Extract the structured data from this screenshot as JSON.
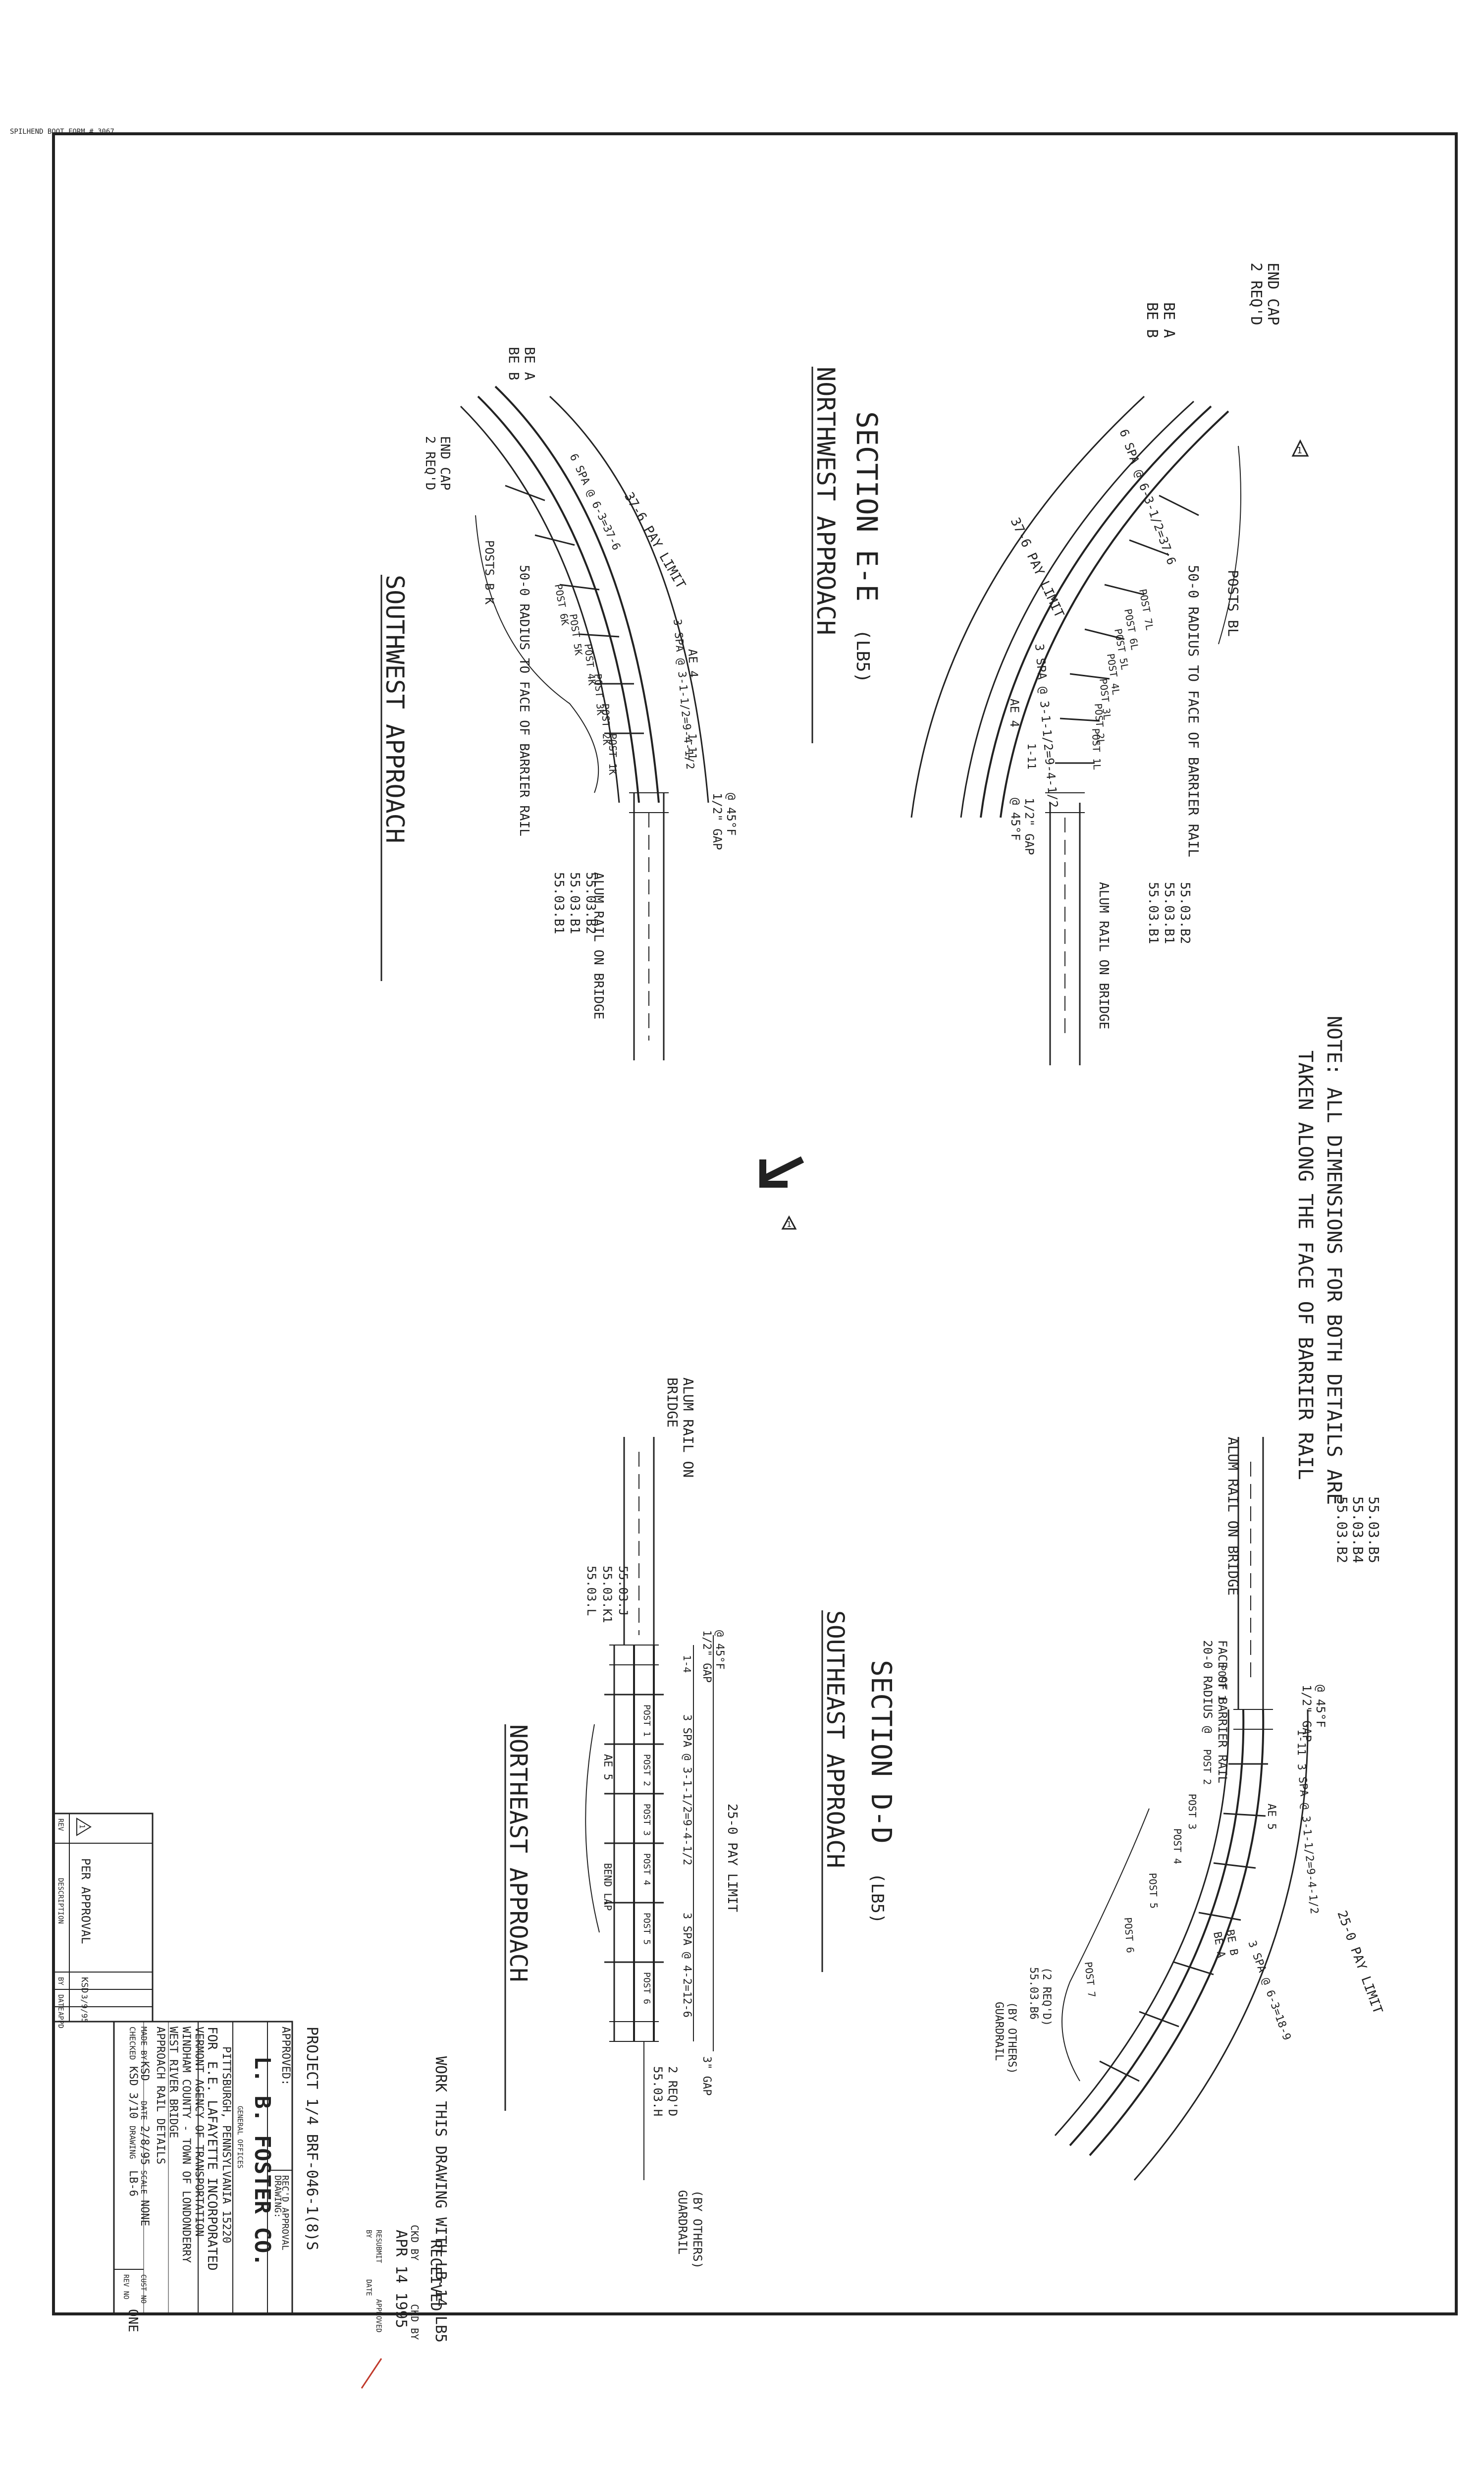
{
  "header_tag": "SPILHEND BOOT FORM # 3067",
  "note": {
    "line1": "NOTE: ALL DIMENSIONS FOR BOTH DETAILS ARE",
    "line2": "TAKEN ALONG THE FACE OF BARRIER RAIL"
  },
  "north_arrow_delta": "1",
  "top_right_delta": "1",
  "section_ee": {
    "title": "SECTION E-E",
    "title_ref": "(LB5)",
    "subtitle": "NORTHWEST APPROACH",
    "end_cap": "END CAP",
    "end_cap_2": "2 REQ'D",
    "be_a": "BE A",
    "be_b": "BE B",
    "posts_bl": "POSTS BL",
    "radius": "50-0 RADIUS TO FACE OF BARRIER RAIL",
    "pay_limit": "37-6 PAY LIMIT",
    "gap": "1/2\" GAP",
    "gap_temp": "@ 45°F",
    "ae": "AE 4",
    "one_eleven": "1-11",
    "rail_1": "55.03.B1",
    "rail_2": "55.03.B1",
    "rail_3": "55.03.B2",
    "alum": "ALUM RAIL ON BRIDGE",
    "spacing_a": "6 SPA @ 6-3-1/2=37-6",
    "spacing_b": "3 SPA @ 3-1-1/2=9-4-1/2",
    "posts": [
      "POST 7L",
      "POST 6L",
      "POST 5L",
      "POST 4L",
      "POST 3L",
      "POST 2L",
      "POST 1L"
    ]
  },
  "southwest": {
    "title": "SOUTHWEST APPROACH",
    "be_a": "BE A",
    "be_b": "BE B",
    "end_cap": "END CAP",
    "end_cap_2": "2 REQ'D",
    "posts_bk": "POSTS B K",
    "radius": "50-0 RADIUS TO FACE OF BARRIER RAIL",
    "pay_limit": "37-6 PAY LIMIT",
    "spacing": "6 SPA @ 6-3=37-6",
    "spacing_b": "3 SPA @ 3-1-1/2=9-4-1/2",
    "gap": "1/2\" GAP",
    "gap_temp": "@ 45°F",
    "ae": "AE 4",
    "one_eleven": "1-11",
    "rail_1": "55.03.B1",
    "rail_2": "55.03.B1",
    "rail_3": "55.03.B2",
    "alum": "ALUM RAIL ON BRIDGE",
    "posts": [
      "POST 6K",
      "POST 5K",
      "POST 4K",
      "POST 3K",
      "POST 2K",
      "POST 1K"
    ]
  },
  "section_dd": {
    "title": "SECTION D-D",
    "title_ref": "(LB5)",
    "subtitle": "SOUTHEAST APPROACH",
    "rail_1": "55.03.B2",
    "rail_2": "55.03.B4",
    "rail_3": "55.03.B5",
    "alum": "ALUM RAIL ON BRIDGE",
    "gap": "1/2\" GAP",
    "gap_temp": "@ 45°F",
    "radius_1": "20-0 RADIUS @",
    "radius_2": "FACE OF BARRIER RAIL",
    "pay_limit": "25-0 PAY LIMIT",
    "spacing": "3 SPA @ 3-1-1/2=9-4-1/2",
    "spacing_b": "3 SPA @ 6-3=18-9",
    "one_eleven": "1-11",
    "ae": "AE 5",
    "be_a": "BE A",
    "be_b": "BE B",
    "b6": "55.03.B6",
    "b6_req": "(2 REQ'D)",
    "guardrail": "GUARDRAIL",
    "by_others": "(BY OTHERS)",
    "posts": [
      "POST 1",
      "POST 2",
      "POST 3",
      "POST 4",
      "POST 5",
      "POST 6",
      "POST 7"
    ]
  },
  "northeast": {
    "title": "NORTHEAST APPROACH",
    "alum_1": "ALUM RAIL ON",
    "alum_2": "BRIDGE",
    "rail_1": "55.03.J",
    "rail_2": "55.03.K1",
    "rail_3": "55.03.L",
    "gap": "1/2\" GAP",
    "gap_temp": "@ 45°F",
    "pay_limit": "25-0 PAY LIMIT",
    "spacing": "3 SPA @ 3-1-1/2=9-4-1/2",
    "spacing_b": "3 SPA @ 4-2=12-6",
    "ae": "AE 5",
    "bend_lap": "BEND LAP",
    "one_four": "1-4",
    "end_h": "55.03.H",
    "end_h_req": "2 REQ'D",
    "guardrail": "GUARDRAIL",
    "by_others": "(BY OTHERS)",
    "gap2": "3\" GAP",
    "posts": [
      "POST 1",
      "POST 2",
      "POST 3",
      "POST 4",
      "POST 5",
      "POST 6"
    ]
  },
  "work_note": "WORK THIS DRAWING WITH LB-14 LB5",
  "received": {
    "stamp": "RECEIVED",
    "date": "APR 14 1995",
    "ckd_by": "CKD BY",
    "ckd_by_2": "CKD BY",
    "approved": "APPROVED",
    "by": "BY",
    "date_label": "DATE",
    "resubmit": "RESUBMIT"
  },
  "title_block": {
    "project": "PROJECT 1/4 BRF-046-1(8)S",
    "approved": "APPROVED:",
    "recd_approval": "REC'D APPROVAL",
    "drawing": "DRAWING:",
    "company": "L. B. FOSTER CO.",
    "company_sub": "GENERAL OFFICES",
    "address": "PITTSBURGH, PENNSYLVANIA 15220",
    "for_label": "FOR",
    "for_value": "E.E. LAFAYETTE INCORPORATED",
    "client_1": "VERMONT AGENCY OF TRANSPORTATION",
    "client_2": "WINDHAM COUNTY - TOWN OF LONDONDERRY",
    "client_3": "WEST RIVER BRIDGE",
    "client_4": "APPROACH RAIL DETAILS",
    "made_by_label": "MADE BY",
    "made_by": "KSD",
    "date_label": "DATE",
    "date": "2/8/95",
    "scale_label": "SCALE",
    "scale": "NONE",
    "checked_label": "CHECKED",
    "checked": "KSD 3/10",
    "drawing_label": "DRAWING",
    "drawing_no": "LB-6",
    "cust_no": "CUST NO",
    "rev_no_label": "REV NO",
    "rev_no": "ONE"
  },
  "revision_block": {
    "header": [
      "REV",
      "DESCRIPTION",
      "BY",
      "DATE",
      "APPD"
    ],
    "row": {
      "rev": "1",
      "description": "PER APPROVAL",
      "by": "KSD",
      "date": "3/9/95",
      "appd": ""
    }
  },
  "colors": {
    "ink": "#222222",
    "stamp": "#c0392b"
  }
}
